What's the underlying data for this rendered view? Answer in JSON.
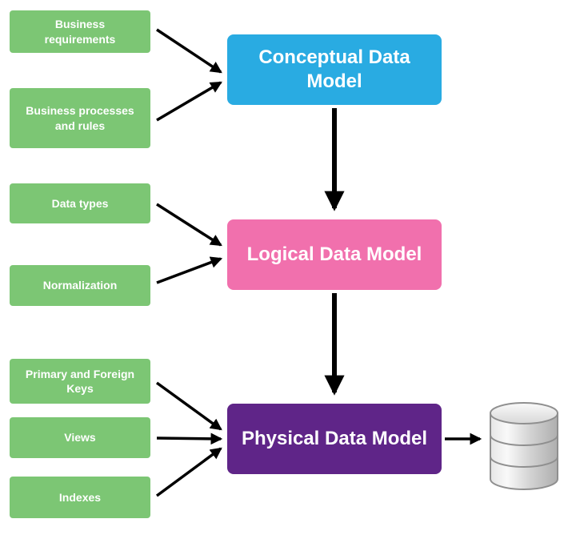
{
  "colors": {
    "background": "#FFFFFF",
    "input_box": "#7CC674",
    "conceptual": "#29ABE2",
    "logical": "#F170AD",
    "physical": "#5F2588",
    "arrow": "#000000",
    "box_text": "#FFFFFF"
  },
  "inputs": [
    {
      "id": "business-requirements",
      "label": "Business requirements"
    },
    {
      "id": "business-processes-and-rules",
      "label": "Business processes and rules"
    },
    {
      "id": "data-types",
      "label": "Data types"
    },
    {
      "id": "normalization",
      "label": "Normalization"
    },
    {
      "id": "primary-and-foreign-keys",
      "label": "Primary and Foreign Keys"
    },
    {
      "id": "views",
      "label": "Views"
    },
    {
      "id": "indexes",
      "label": "Indexes"
    }
  ],
  "stages": [
    {
      "id": "conceptual",
      "label": "Conceptual Data Model"
    },
    {
      "id": "logical",
      "label": "Logical Data Model"
    },
    {
      "id": "physical",
      "label": "Physical Data Model"
    }
  ],
  "icons": {
    "output": "database-cylinder-icon"
  }
}
